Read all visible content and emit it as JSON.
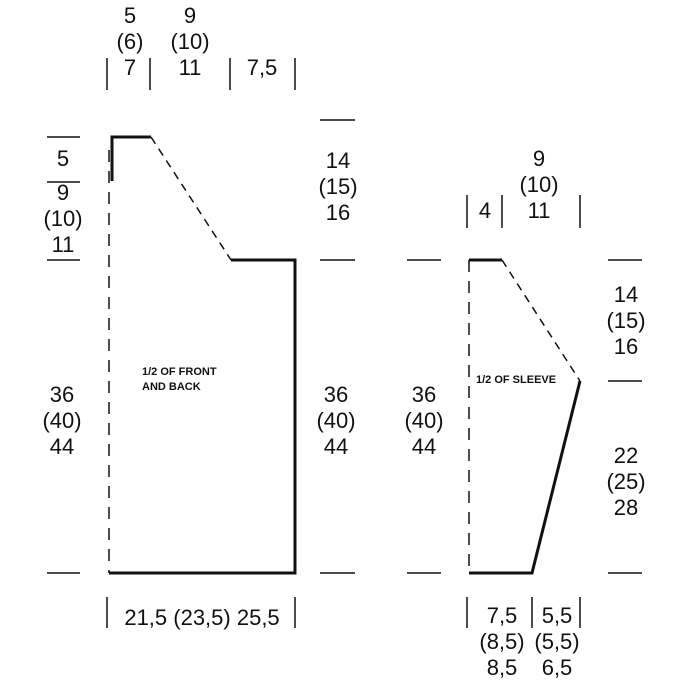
{
  "colors": {
    "line": "#111111",
    "background": "#ffffff"
  },
  "front": {
    "panel_line1": "1/2 OF FRONT",
    "panel_line2": "AND BACK",
    "top_left": [
      "5",
      "(6)",
      "7"
    ],
    "top_mid": [
      "9",
      "(10)",
      "11"
    ],
    "top_right": "7,5",
    "left_top": "5",
    "left_mid": [
      "9",
      "(10)",
      "11"
    ],
    "left_body": [
      "36",
      "(40)",
      "44"
    ],
    "right_top": [
      "14",
      "(15)",
      "16"
    ],
    "right_body": [
      "36",
      "(40)",
      "44"
    ],
    "bottom": "21,5 (23,5) 25,5"
  },
  "sleeve": {
    "panel": "1/2 OF SLEEVE",
    "top_left": "4",
    "top_mid": [
      "9",
      "(10)",
      "11"
    ],
    "left_body": [
      "36",
      "(40)",
      "44"
    ],
    "right_top": [
      "14",
      "(15)",
      "16"
    ],
    "right_body": [
      "22",
      "(25)",
      "28"
    ],
    "bottom_left": [
      "7,5",
      "(8,5)",
      "8,5"
    ],
    "bottom_right": [
      "5,5",
      "(5,5)",
      "6,5"
    ]
  }
}
